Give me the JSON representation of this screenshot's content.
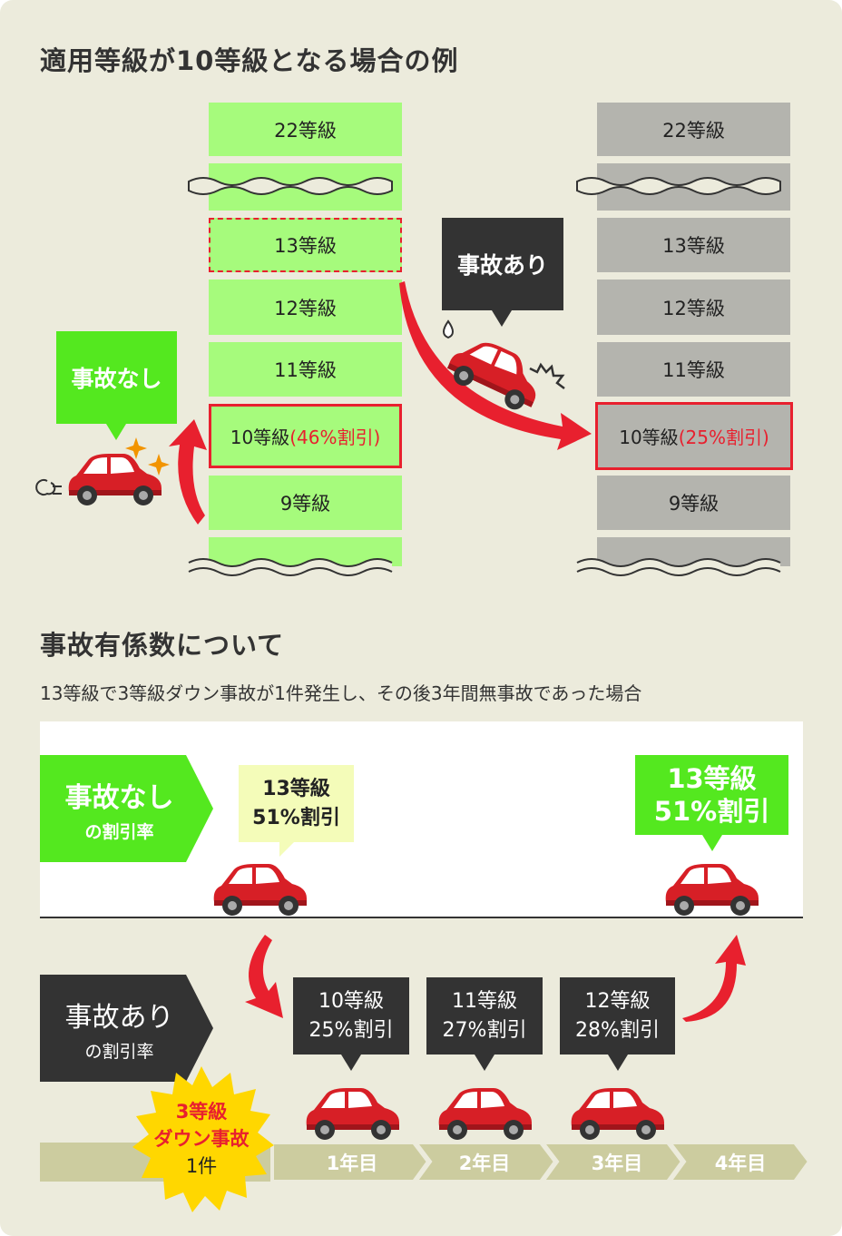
{
  "section1": {
    "title": "適用等級が10等級となる場合の例",
    "left_column": [
      "22等級",
      "13等級",
      "12等級",
      "11等級",
      "10等級",
      "9等級"
    ],
    "left_discount": "(46%割引)",
    "right_column": [
      "22等級",
      "13等級",
      "12等級",
      "11等級",
      "10等級",
      "9等級"
    ],
    "right_discount": "(25%割引)",
    "no_accident_label": "事故なし",
    "accident_label": "事故あり"
  },
  "section2": {
    "title": "事故有係数について",
    "subtitle": "13等級で3等級ダウン事故が1件発生し、その後3年間無事故であった場合",
    "no_accident_box": {
      "line1": "事故なし",
      "line2": "の割引率"
    },
    "accident_box": {
      "line1": "事故あり",
      "line2": "の割引率"
    },
    "start_bubble": {
      "grade": "13等級",
      "discount": "51%割引"
    },
    "end_bubble": {
      "grade": "13等級",
      "discount": "51%割引"
    },
    "year_bubbles": [
      {
        "grade": "10等級",
        "discount": "25%割引"
      },
      {
        "grade": "11等級",
        "discount": "27%割引"
      },
      {
        "grade": "12等級",
        "discount": "28%割引"
      }
    ],
    "burst": {
      "line1": "3等級",
      "line2": "ダウン事故",
      "line3": "1件"
    },
    "years": [
      "1年目",
      "2年目",
      "3年目",
      "4年目"
    ]
  },
  "colors": {
    "green": "#a6fb7c",
    "bright_green": "#54e81f",
    "red": "#e8202e",
    "dark": "#333333",
    "gray": "#b4b4ae",
    "timeline": "#cccc9f",
    "burst": "#ffd700"
  }
}
